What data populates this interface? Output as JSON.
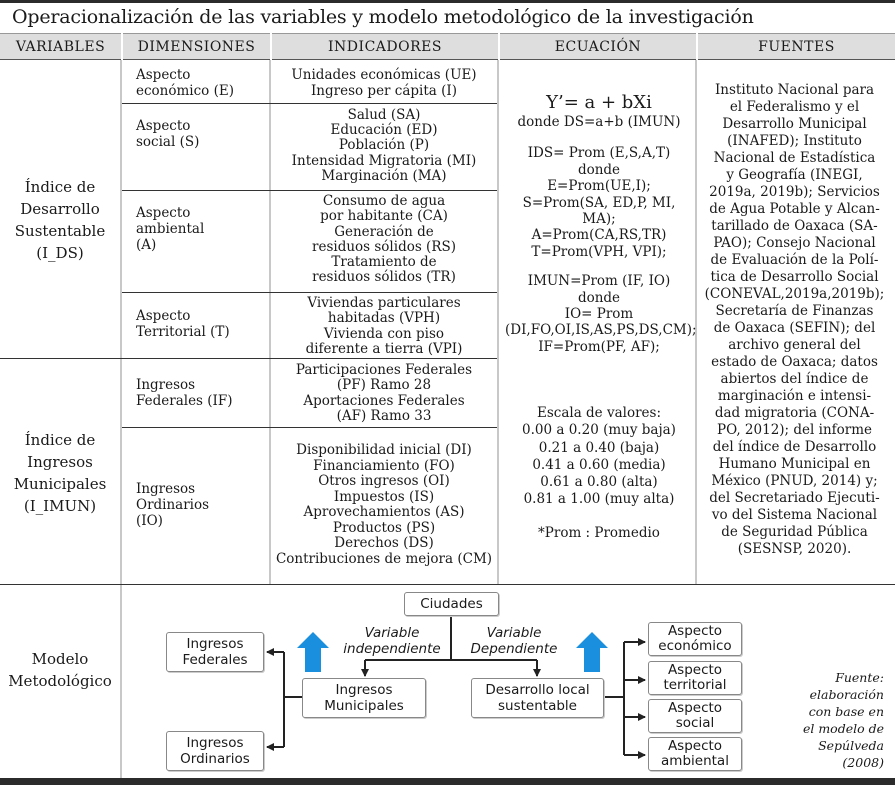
{
  "title": "Operacionalización de las variables y modelo metodológico de la investigación",
  "headers": {
    "variables": "VARIABLES",
    "dimensiones": "DIMENSIONES",
    "indicadores": "INDICADORES",
    "ecuacion": "ECUACIÓN",
    "fuentes": "FUENTES"
  },
  "variables": {
    "ids": [
      "Índice de",
      "Desarrollo",
      "Sustentable",
      "(I_DS)"
    ],
    "imun": [
      "Índice de",
      "Ingresos",
      "Municipales",
      "(I_IMUN)"
    ],
    "modelo": [
      "Modelo",
      "Metodológico"
    ]
  },
  "dimensions": [
    {
      "lines": [
        "Aspecto",
        "económico (E)"
      ],
      "indicators": [
        "Unidades económicas (UE)",
        "Ingreso per cápita (I)"
      ]
    },
    {
      "lines": [
        "Aspecto",
        "social (S)"
      ],
      "indicators": [
        "Salud (SA)",
        "Educación (ED)",
        "Población (P)",
        "Intensidad Migratoria (MI)",
        "Marginación (MA)"
      ]
    },
    {
      "lines": [
        "Aspecto",
        "ambiental",
        "(A)"
      ],
      "indicators": [
        "Consumo de agua",
        "por habitante (CA)",
        "Generación de",
        "residuos sólidos (RS)",
        "Tratamiento de",
        "residuos sólidos (TR)"
      ]
    },
    {
      "lines": [
        "Aspecto",
        "Territorial (T)"
      ],
      "indicators": [
        "Viviendas particulares",
        "habitadas (VPH)",
        "Vivienda con piso",
        "diferente a tierra (VPI)"
      ]
    },
    {
      "lines": [
        "Ingresos",
        "Federales (IF)"
      ],
      "indicators": [
        "Participaciones Federales",
        "(PF) Ramo 28",
        "Aportaciones  Federales",
        "(AF) Ramo 33"
      ]
    },
    {
      "lines": [
        "Ingresos",
        "Ordinarios",
        "(IO)"
      ],
      "indicators": [
        "Disponibilidad inicial (DI)",
        "Financiamiento (FO)",
        "Otros ingresos (OI)",
        "Impuestos (IS)",
        "Aprovechamientos (AS)",
        "Productos (PS)",
        "Derechos (DS)",
        "Contribuciones de mejora (CM)"
      ]
    }
  ],
  "equation": {
    "main": "Y’= a + bXi",
    "lines": [
      "donde DS=a+b (IMUN)",
      "",
      "IDS= Prom (E,S,A,T)",
      "donde",
      "E=Prom(UE,I);",
      "S=Prom(SA, ED,P, MI,",
      "MA);",
      "A=Prom(CA,RS,TR)",
      "T=Prom(VPH, VPI);",
      "",
      "IMUN=Prom (IF, IO)",
      "donde",
      "IO= Prom",
      "(DI,FO,OI,IS,AS,PS,DS,CM);",
      "IF=Prom(PF, AF);"
    ],
    "scale": [
      "Escala de valores:",
      "0.00 a 0.20 (muy baja)",
      "0.21 a 0.40 (baja)",
      "0.41 a 0.60 (media)",
      "0.61 a 0.80 (alta)",
      "0.81 a 1.00 (muy alta)"
    ],
    "note": "*Prom : Promedio"
  },
  "sources": [
    "Instituto Nacional para",
    "el Federalismo y el",
    "Desarrollo Municipal",
    "(INAFED); Instituto",
    "Nacional de Estadística",
    "y Geografía (INEGI,",
    "2019a, 2019b); Servicios",
    "de Agua Potable y Alcan-",
    "tarillado de Oaxaca (SA-",
    "PAO); Consejo Nacional",
    "de Evaluación de la Polí-",
    "tica de Desarrollo Social",
    "(CONEVAL,2019a,2019b);",
    "Secretaría de Finanzas",
    "de Oaxaca (SEFIN); del",
    "archivo general del",
    "estado de Oaxaca; datos",
    "abiertos del índice de",
    "marginación e intensi-",
    "dad migratoria (CONA-",
    "PO, 2012); del informe",
    "del índice de Desarrollo",
    "Humano Municipal en",
    "México (PNUD, 2014) y;",
    "del Secretariado Ejecuti-",
    "vo del Sistema Nacional",
    "de Seguridad Pública",
    "(SESNSP, 2020)."
  ],
  "model": {
    "ciudades": "Ciudades",
    "var_indep": [
      "Variable",
      "independiente"
    ],
    "var_dep": [
      "Variable",
      "Dependiente"
    ],
    "ingresos_municipales": [
      "Ingresos",
      "Municipales"
    ],
    "desarrollo": [
      "Desarrollo local",
      "sustentable"
    ],
    "ingresos_federales": [
      "Ingresos",
      "Federales"
    ],
    "ingresos_ordinarios": [
      "Ingresos",
      "Ordinarios"
    ],
    "aspecto_economico": [
      "Aspecto",
      "económico"
    ],
    "aspecto_territorial": [
      "Aspecto",
      "territorial"
    ],
    "aspecto_social": [
      "Aspecto",
      "social"
    ],
    "aspecto_ambiental": [
      "Aspecto",
      "ambiental"
    ],
    "arrow_color": "#1a8fdd",
    "fuente": [
      "Fuente:",
      "elaboración",
      "con base en",
      "el modelo de",
      "Sepúlveda",
      "(2008)"
    ]
  }
}
